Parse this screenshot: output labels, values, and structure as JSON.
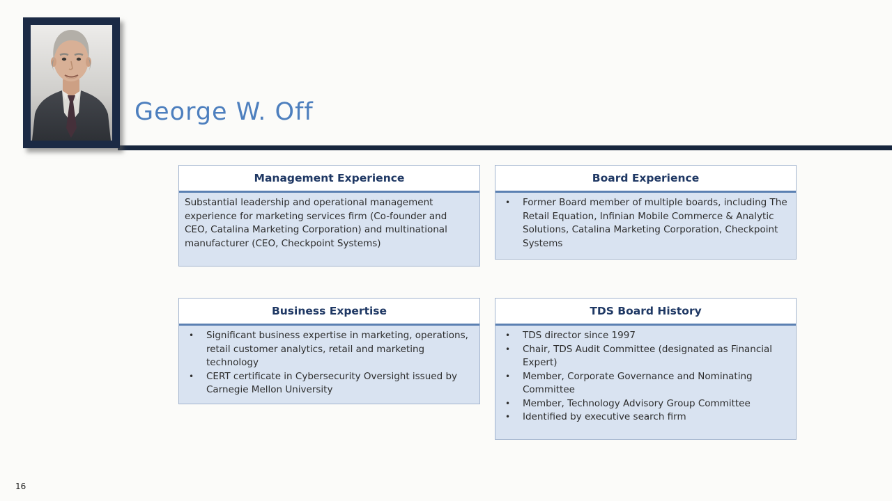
{
  "slide": {
    "title": "George W. Off",
    "page_number": "16",
    "bullet_char": "•",
    "photo": {
      "description": "framed-portrait-photo-of-george-w-off"
    },
    "colors": {
      "title_text": "#4d7fbe",
      "divider": "#17263e",
      "photo_frame": "#1b2a45",
      "card_border": "#a2b4ce",
      "card_header_text": "#1f3864",
      "card_separator": "#5b80b2",
      "card_body_bg": "#d9e3f1",
      "body_text": "#2d2d2d"
    },
    "boxes": [
      {
        "title": "Management Experience",
        "bulleted": false,
        "items": [
          "Substantial leadership and operational management experience for marketing services firm (Co-founder and CEO, Catalina Marketing Corporation) and multinational manufacturer (CEO, Checkpoint Systems)"
        ]
      },
      {
        "title": "Board Experience",
        "bulleted": true,
        "items": [
          "Former Board member of multiple boards, including The Retail Equation, Infinian Mobile Commerce & Analytic Solutions, Catalina Marketing Corporation, Checkpoint Systems"
        ]
      },
      {
        "title": "Business Expertise",
        "bulleted": true,
        "items": [
          "Significant business expertise in marketing, operations, retail customer analytics, retail and marketing technology",
          "CERT certificate in Cybersecurity Oversight issued by Carnegie Mellon University"
        ]
      },
      {
        "title": "TDS Board History",
        "bulleted": true,
        "items": [
          "TDS director since 1997",
          "Chair, TDS Audit Committee (designated as Financial Expert)",
          "Member, Corporate Governance and Nominating Committee",
          "Member, Technology Advisory Group Committee",
          "Identified by executive search firm"
        ]
      }
    ]
  }
}
